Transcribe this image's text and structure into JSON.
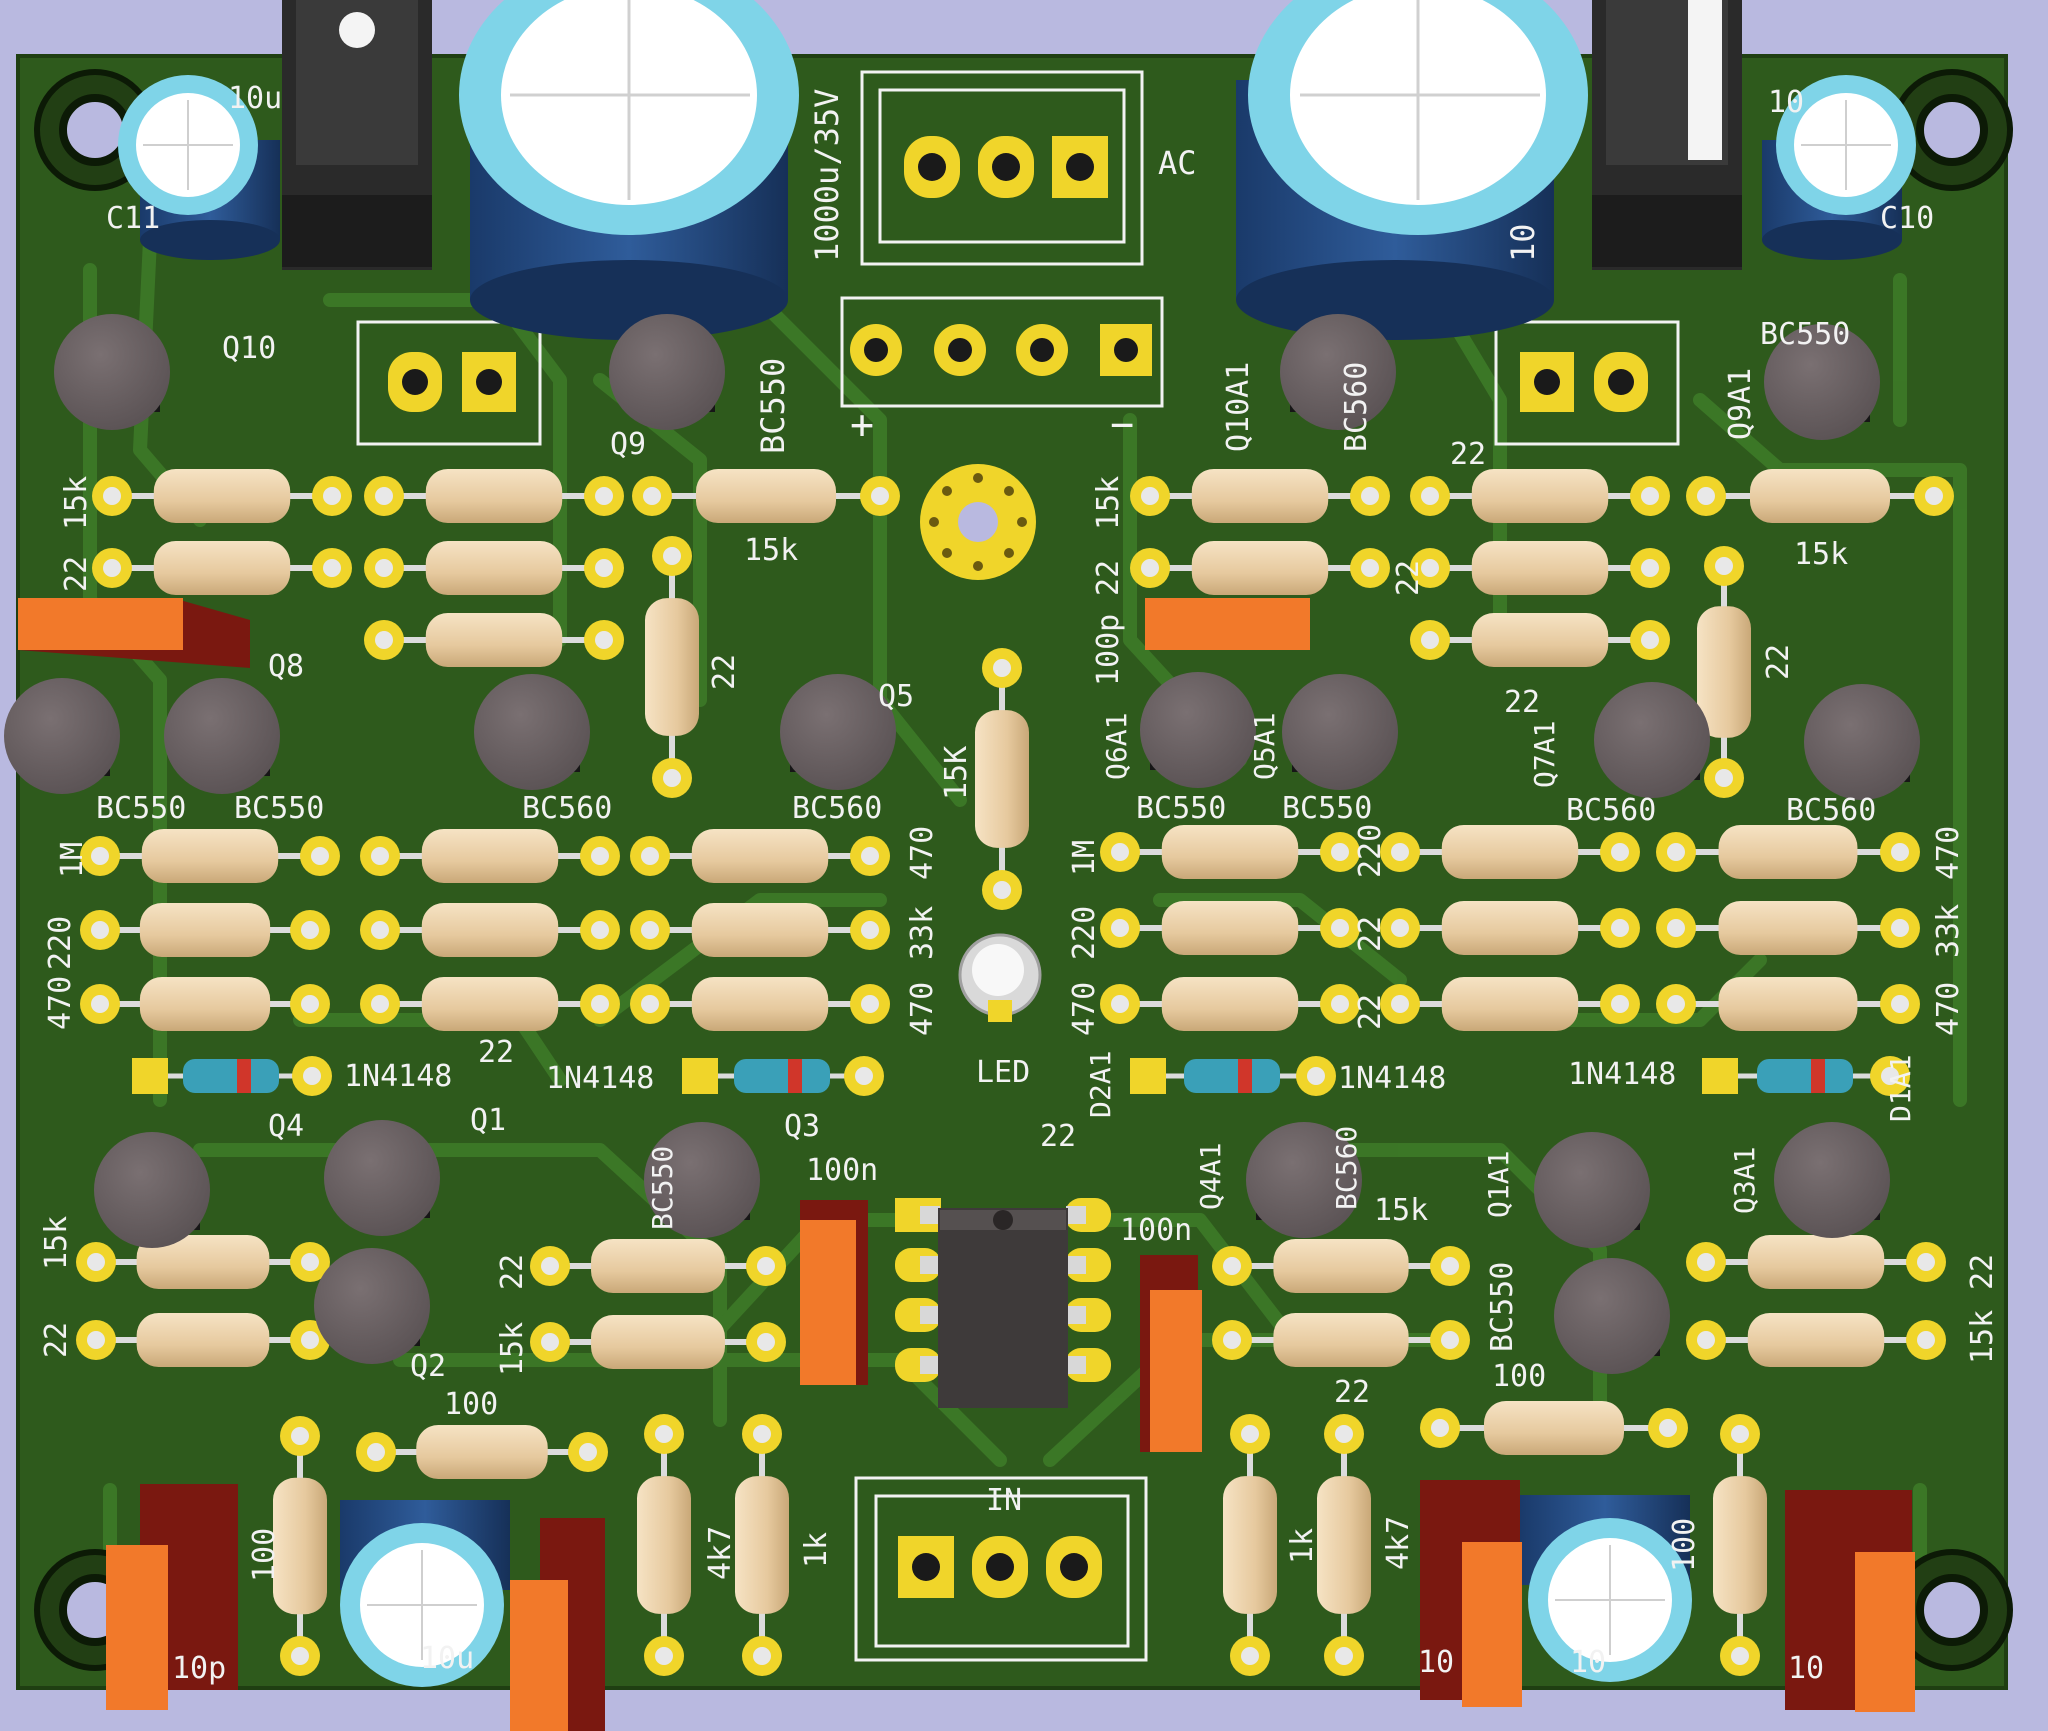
{
  "board": {
    "pcb_color": "#2e5a1c",
    "copper_color": "#3d7a28",
    "silk_color": "#f2f2f2",
    "pad_color": "#f0d52a",
    "background": "#b9b9e0"
  },
  "labels": [
    {
      "id": "c11",
      "text": "C11"
    },
    {
      "id": "c10",
      "text": "C10"
    },
    {
      "id": "c11v",
      "text": "10u"
    },
    {
      "id": "c10v",
      "text": "10"
    },
    {
      "id": "cbigL",
      "text": "1000u/35V"
    },
    {
      "id": "cbigR",
      "text": "10"
    },
    {
      "id": "ac",
      "text": "AC"
    },
    {
      "id": "plus",
      "text": "+"
    },
    {
      "id": "minus",
      "text": "−"
    },
    {
      "id": "q10",
      "text": "Q10"
    },
    {
      "id": "q9",
      "text": "Q9"
    },
    {
      "id": "q9t",
      "text": "BC550"
    },
    {
      "id": "q10a1",
      "text": "Q10A1"
    },
    {
      "id": "q10a1t",
      "text": "BC560"
    },
    {
      "id": "q9a1",
      "text": "Q9A1"
    },
    {
      "id": "bc550tr",
      "text": "BC550"
    },
    {
      "id": "r15kL1",
      "text": "15k"
    },
    {
      "id": "r22L1",
      "text": "22"
    },
    {
      "id": "r15kM",
      "text": "15k"
    },
    {
      "id": "r22vL",
      "text": "22"
    },
    {
      "id": "r15kR1",
      "text": "15k"
    },
    {
      "id": "r22R1",
      "text": "22"
    },
    {
      "id": "r22R2",
      "text": "22"
    },
    {
      "id": "r22R3",
      "text": "22"
    },
    {
      "id": "r15kR2",
      "text": "15k"
    },
    {
      "id": "r22vR",
      "text": "22"
    },
    {
      "id": "r22R4",
      "text": "22"
    },
    {
      "id": "c100p",
      "text": "100p"
    },
    {
      "id": "q8",
      "text": "Q8"
    },
    {
      "id": "q5",
      "text": "Q5"
    },
    {
      "id": "r15kC",
      "text": "15K"
    },
    {
      "id": "bc550a",
      "text": "BC550"
    },
    {
      "id": "bc550b",
      "text": "BC550"
    },
    {
      "id": "bc560a",
      "text": "BC560"
    },
    {
      "id": "bc560b",
      "text": "BC560"
    },
    {
      "id": "q6a1",
      "text": "Q6A1"
    },
    {
      "id": "q5a1",
      "text": "Q5A1"
    },
    {
      "id": "q7a1",
      "text": "Q7A1"
    },
    {
      "id": "bc550c",
      "text": "BC550"
    },
    {
      "id": "bc550d",
      "text": "BC550"
    },
    {
      "id": "bc560c",
      "text": "BC560"
    },
    {
      "id": "bc560d",
      "text": "BC560"
    },
    {
      "id": "r1m",
      "text": "1M"
    },
    {
      "id": "r220",
      "text": "220"
    },
    {
      "id": "r470",
      "text": "470"
    },
    {
      "id": "r470b",
      "text": "470"
    },
    {
      "id": "r33k",
      "text": "33k"
    },
    {
      "id": "r470c",
      "text": "470"
    },
    {
      "id": "r22b",
      "text": "22"
    },
    {
      "id": "r1mR",
      "text": "1M"
    },
    {
      "id": "r220R",
      "text": "220"
    },
    {
      "id": "r470R",
      "text": "470"
    },
    {
      "id": "r220R2",
      "text": "220"
    },
    {
      "id": "r22R5",
      "text": "22"
    },
    {
      "id": "r22R6",
      "text": "22"
    },
    {
      "id": "r470R2",
      "text": "470"
    },
    {
      "id": "r33kR",
      "text": "33k"
    },
    {
      "id": "r470R3",
      "text": "470"
    },
    {
      "id": "led",
      "text": "LED"
    },
    {
      "id": "d1n1",
      "text": "1N4148"
    },
    {
      "id": "d1n2",
      "text": "1N4148"
    },
    {
      "id": "d1n3",
      "text": "1N4148"
    },
    {
      "id": "d1n4",
      "text": "1N4148"
    },
    {
      "id": "d2a1",
      "text": "D2A1"
    },
    {
      "id": "d1a1",
      "text": "D1A1"
    },
    {
      "id": "q4",
      "text": "Q4"
    },
    {
      "id": "q1",
      "text": "Q1"
    },
    {
      "id": "q3",
      "text": "Q3"
    },
    {
      "id": "q2",
      "text": "Q2"
    },
    {
      "id": "q4a1",
      "text": "Q4A1"
    },
    {
      "id": "q1a1",
      "text": "Q1A1"
    },
    {
      "id": "q3a1",
      "text": "Q3A1"
    },
    {
      "id": "bc560e",
      "text": "BC560"
    },
    {
      "id": "bc550e",
      "text": "BC550"
    },
    {
      "id": "bc550f",
      "text": "BC550"
    },
    {
      "id": "c100n1",
      "text": "100n"
    },
    {
      "id": "c100n2",
      "text": "100n"
    },
    {
      "id": "r15kB1",
      "text": "15k"
    },
    {
      "id": "r22B1",
      "text": "22"
    },
    {
      "id": "r22B2",
      "text": "22"
    },
    {
      "id": "r15kB2",
      "text": "15k"
    },
    {
      "id": "r15kB3",
      "text": "15k"
    },
    {
      "id": "r22B3",
      "text": "22"
    },
    {
      "id": "r22B4",
      "text": "22"
    },
    {
      "id": "r15kB4",
      "text": "15k"
    },
    {
      "id": "r100a",
      "text": "100"
    },
    {
      "id": "r100b",
      "text": "100"
    },
    {
      "id": "r100c",
      "text": "100"
    },
    {
      "id": "r100d",
      "text": "100"
    },
    {
      "id": "r4k7a",
      "text": "4k7"
    },
    {
      "id": "r1ka",
      "text": "1k"
    },
    {
      "id": "r1kb",
      "text": "1k"
    },
    {
      "id": "r4k7b",
      "text": "4k7"
    },
    {
      "id": "in",
      "text": "IN"
    },
    {
      "id": "c10pL",
      "text": "10p"
    },
    {
      "id": "c10uL",
      "text": "10u"
    },
    {
      "id": "c10R1",
      "text": "10"
    },
    {
      "id": "c10R2",
      "text": "10"
    },
    {
      "id": "c10R3",
      "text": "10"
    },
    {
      "id": "r22c",
      "text": "22"
    }
  ]
}
